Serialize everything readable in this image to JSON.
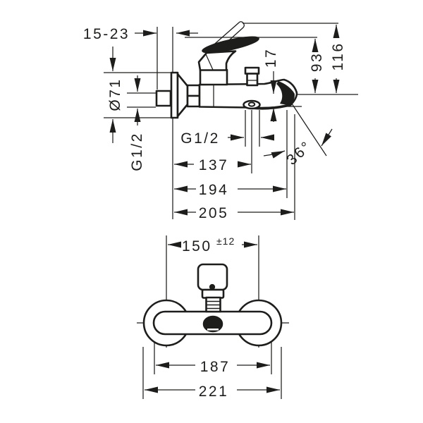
{
  "colors": {
    "ink": "#1d1d1b",
    "background": "#ffffff"
  },
  "side_view": {
    "wall_distance": "15-23",
    "escutcheon_diameter": "Ø71",
    "wall_thread": "G1/2",
    "outlet_thread": "G1/2",
    "spout_drop": "17",
    "height_closed": "93",
    "height_open": "116",
    "outlet_depth": "137",
    "spout_reach": "194",
    "overall_depth": "205",
    "spout_angle": "36°"
  },
  "front_view": {
    "hole_spacing": "150",
    "hole_spacing_tolerance": "±12",
    "body_width": "187",
    "overall_width": "221"
  }
}
